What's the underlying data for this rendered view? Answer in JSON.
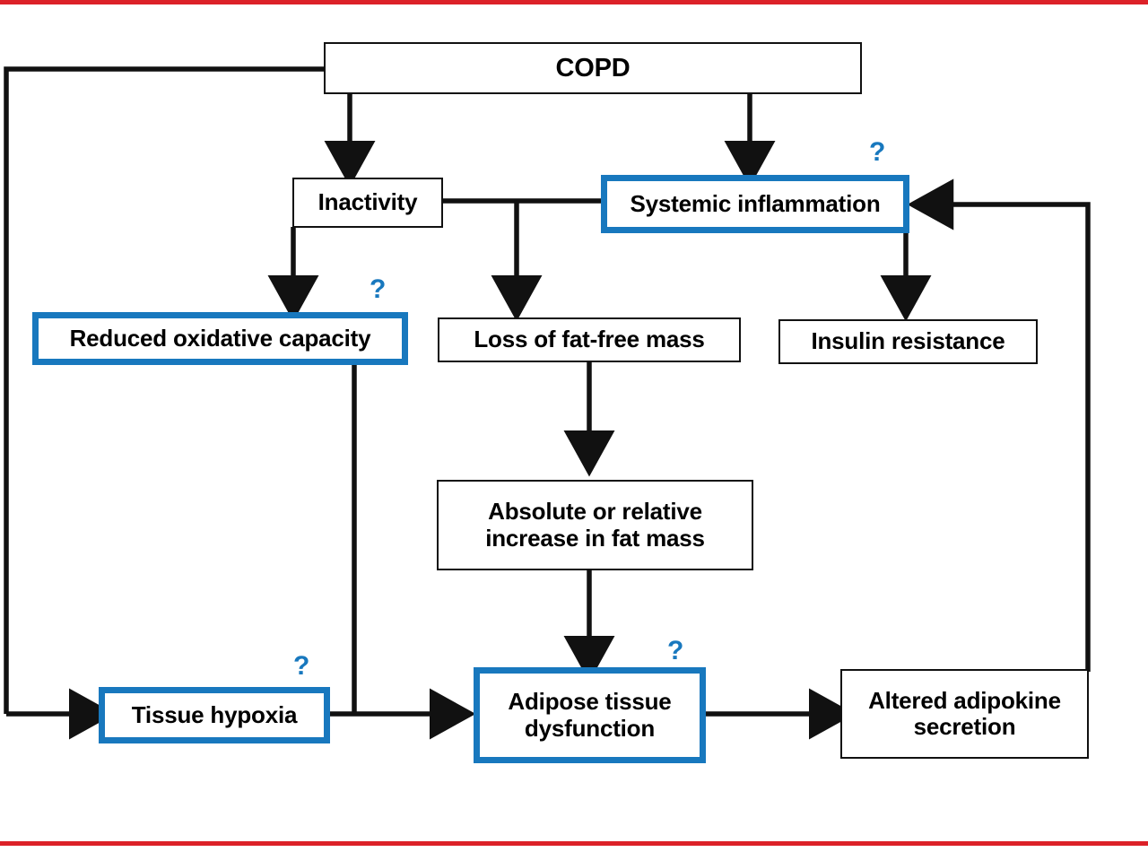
{
  "figure": {
    "type": "flowchart",
    "title": "COPD systemic consequences flow diagram",
    "accent_color": "#1878be",
    "rule_color": "#dc2128",
    "line_color": "#111111",
    "uncertainty_marker": "?"
  },
  "nodes": [
    {
      "id": "copd",
      "label": "COPD",
      "style": "plain",
      "uncertain": false
    },
    {
      "id": "inactivity",
      "label": "Inactivity",
      "style": "plain",
      "uncertain": false
    },
    {
      "id": "sysinf",
      "label": "Systemic inflammation",
      "style": "hilite",
      "uncertain": true
    },
    {
      "id": "redox",
      "label": "Reduced oxidative capacity",
      "style": "hilite",
      "uncertain": true
    },
    {
      "id": "ffm",
      "label": "Loss of fat-free mass",
      "style": "plain",
      "uncertain": false
    },
    {
      "id": "insulin",
      "label": "Insulin resistance",
      "style": "plain",
      "uncertain": false
    },
    {
      "id": "fatmass",
      "label": "Absolute or relative increase in fat mass",
      "style": "plain",
      "uncertain": false
    },
    {
      "id": "hypoxia",
      "label": "Tissue hypoxia",
      "style": "hilite",
      "uncertain": true
    },
    {
      "id": "adipose",
      "label": "Adipose tissue dysfunction",
      "style": "hilite",
      "uncertain": true
    },
    {
      "id": "adipokine",
      "label": "Altered adipokine secretion",
      "style": "plain",
      "uncertain": false
    }
  ],
  "node_text": {
    "copd": "COPD",
    "inactivity": "Inactivity",
    "sysinf": "Systemic inflammation",
    "redox": "Reduced oxidative capacity",
    "ffm": "Loss of fat-free mass",
    "insulin": "Insulin resistance",
    "fatmass_line1": "Absolute or relative",
    "fatmass_line2": "increase in fat mass",
    "hypoxia": "Tissue hypoxia",
    "adipose_line1": "Adipose tissue",
    "adipose_line2": "dysfunction",
    "adipokine_line1": "Altered adipokine",
    "adipokine_line2": "secretion"
  },
  "markers": {
    "q_sysinf": "?",
    "q_redox": "?",
    "q_hypoxia": "?",
    "q_adipose": "?"
  },
  "edges": [
    {
      "from": "copd",
      "to": "inactivity",
      "arrow": true
    },
    {
      "from": "copd",
      "to": "sysinf",
      "arrow": true
    },
    {
      "from": "copd",
      "to": "hypoxia",
      "arrow": true
    },
    {
      "from": "inactivity",
      "to": "redox",
      "arrow": true
    },
    {
      "from": "inactivity",
      "to": "ffm",
      "arrow": true
    },
    {
      "from": "inactivity",
      "to": "sysinf",
      "arrow": false
    },
    {
      "from": "sysinf",
      "to": "insulin",
      "arrow": true
    },
    {
      "from": "ffm",
      "to": "fatmass",
      "arrow": true
    },
    {
      "from": "fatmass",
      "to": "adipose",
      "arrow": true
    },
    {
      "from": "redox",
      "to": "adipose",
      "arrow": true
    },
    {
      "from": "hypoxia",
      "to": "adipose",
      "arrow": true
    },
    {
      "from": "adipose",
      "to": "adipokine",
      "arrow": true
    },
    {
      "from": "adipokine",
      "to": "sysinf",
      "arrow": true
    }
  ]
}
